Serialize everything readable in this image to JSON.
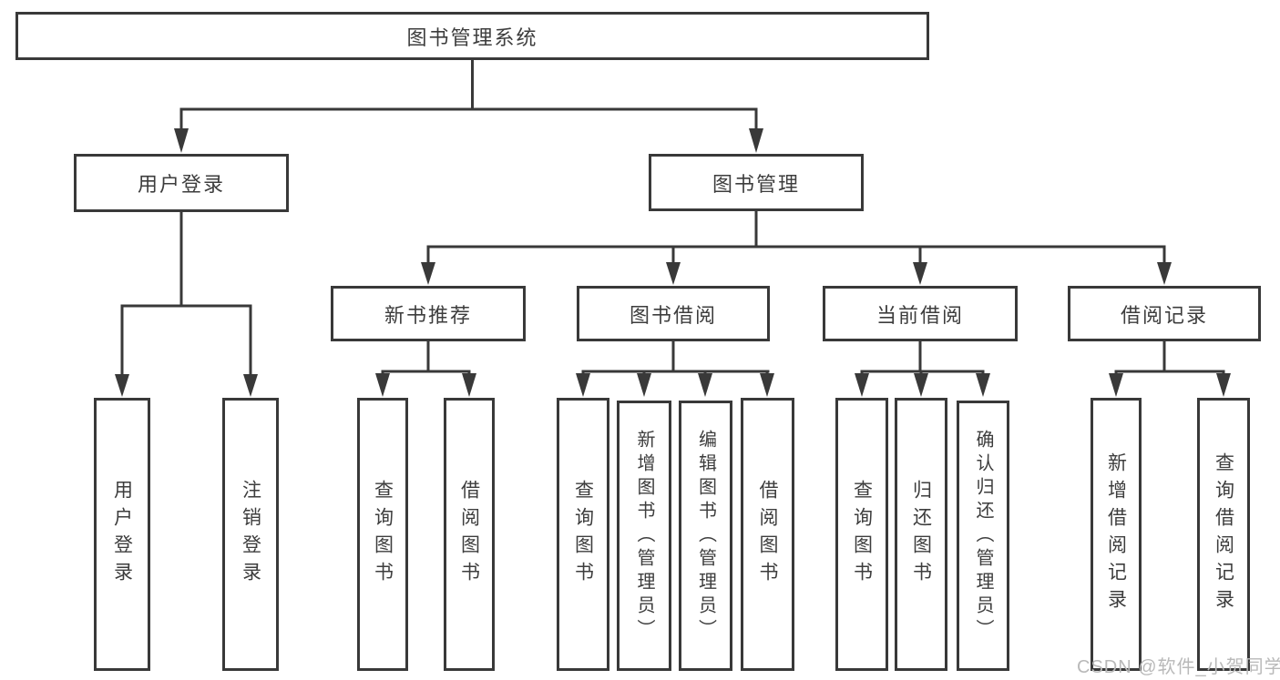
{
  "diagram_title": "图书管理系统",
  "nodes": {
    "root": {
      "label": "图书管理系统"
    },
    "level2": [
      {
        "id": "user-login",
        "label": "用户登录",
        "parent": "root"
      },
      {
        "id": "book-management",
        "label": "图书管理",
        "parent": "root"
      }
    ],
    "level3": [
      {
        "id": "new-book-recommend",
        "label": "新书推荐",
        "parent": "book-management"
      },
      {
        "id": "book-borrowing",
        "label": "图书借阅",
        "parent": "book-management"
      },
      {
        "id": "current-borrowing",
        "label": "当前借阅",
        "parent": "book-management"
      },
      {
        "id": "borrowing-records",
        "label": "借阅记录",
        "parent": "book-management"
      }
    ],
    "leaves": [
      {
        "id": "user-login-leaf",
        "label": "用户登录",
        "parent": "user-login"
      },
      {
        "id": "logout-leaf",
        "label": "注销登录",
        "parent": "user-login"
      },
      {
        "id": "query-books-1",
        "label": "查询图书",
        "parent": "new-book-recommend"
      },
      {
        "id": "borrow-books-1",
        "label": "借阅图书",
        "parent": "new-book-recommend"
      },
      {
        "id": "query-books-2",
        "label": "查询图书",
        "parent": "book-borrowing"
      },
      {
        "id": "add-books-admin",
        "label": "新增图书（管理员）",
        "parent": "book-borrowing"
      },
      {
        "id": "edit-books-admin",
        "label": "编辑图书（管理员）",
        "parent": "book-borrowing"
      },
      {
        "id": "borrow-books-2",
        "label": "借阅图书",
        "parent": "book-borrowing"
      },
      {
        "id": "query-books-3",
        "label": "查询图书",
        "parent": "current-borrowing"
      },
      {
        "id": "return-books",
        "label": "归还图书",
        "parent": "current-borrowing"
      },
      {
        "id": "confirm-return-admin",
        "label": "确认归还（管理员）",
        "parent": "current-borrowing"
      },
      {
        "id": "add-borrow-record",
        "label": "新增借阅记录",
        "parent": "borrowing-records"
      },
      {
        "id": "query-borrow-record",
        "label": "查询借阅记录",
        "parent": "borrowing-records"
      }
    ]
  },
  "watermark": {
    "text": "CSDN @软件_小贺同学"
  },
  "colors": {
    "line": "#393939",
    "box_border": "#393939",
    "text": "#3d3d3d",
    "watermark": "#b9b9b9",
    "background": "#ffffff"
  }
}
